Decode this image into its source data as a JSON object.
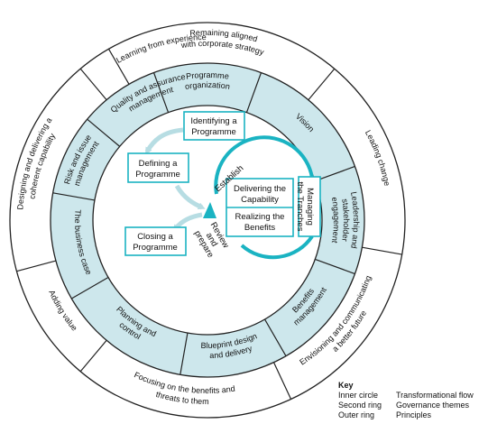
{
  "colors": {
    "theme_fill": "#cde7ec",
    "outline": "#222222",
    "accent": "#1ab3c2",
    "arrow_light": "#b7dde3"
  },
  "principles": [
    {
      "id": "p1",
      "lines": [
        "Remaining aligned",
        "with corporate strategy"
      ]
    },
    {
      "id": "p2",
      "lines": [
        "Leading change"
      ]
    },
    {
      "id": "p3",
      "lines": [
        "Envisioning and communicating",
        "a better future"
      ]
    },
    {
      "id": "p4",
      "lines": [
        "Focusing on the benefits and",
        "threats to them"
      ]
    },
    {
      "id": "p5",
      "lines": [
        "Adding value"
      ]
    },
    {
      "id": "p6",
      "lines": [
        "Designing and delivering a",
        "coherent capability"
      ]
    },
    {
      "id": "p7",
      "lines": [
        "Learning from experience"
      ]
    }
  ],
  "themes": [
    {
      "id": "t1",
      "lines": [
        "Programme",
        "organization"
      ]
    },
    {
      "id": "t2",
      "lines": [
        "Vision"
      ]
    },
    {
      "id": "t3",
      "lines": [
        "Leadership and",
        "stakeholder",
        "engagement"
      ]
    },
    {
      "id": "t4",
      "lines": [
        "Benefits",
        "management"
      ]
    },
    {
      "id": "t5",
      "lines": [
        "Blueprint design",
        "and delivery"
      ]
    },
    {
      "id": "t6",
      "lines": [
        "Planning and",
        "control"
      ]
    },
    {
      "id": "t7",
      "lines": [
        "The business case"
      ]
    },
    {
      "id": "t8",
      "lines": [
        "Risk and issue",
        "management"
      ]
    },
    {
      "id": "t9",
      "lines": [
        "Quality and assurance",
        "management"
      ]
    }
  ],
  "flow": {
    "identifying": [
      "Identifying a",
      "Programme"
    ],
    "defining": [
      "Defining a",
      "Programme"
    ],
    "delivering": [
      "Delivering the",
      "Capability"
    ],
    "realizing": [
      "Realizing the",
      "Benefits"
    ],
    "closing": [
      "Closing a",
      "Programme"
    ],
    "managing": [
      "Managing",
      "the Tranches"
    ],
    "establish": "Establish",
    "review": [
      "Review",
      "and",
      "prepare"
    ]
  },
  "key": {
    "title": "Key",
    "rows": [
      {
        "ring": "Inner circle",
        "meaning": "Transformational flow"
      },
      {
        "ring": "Second ring",
        "meaning": "Governance themes"
      },
      {
        "ring": "Outer ring",
        "meaning": "Principles"
      }
    ]
  }
}
